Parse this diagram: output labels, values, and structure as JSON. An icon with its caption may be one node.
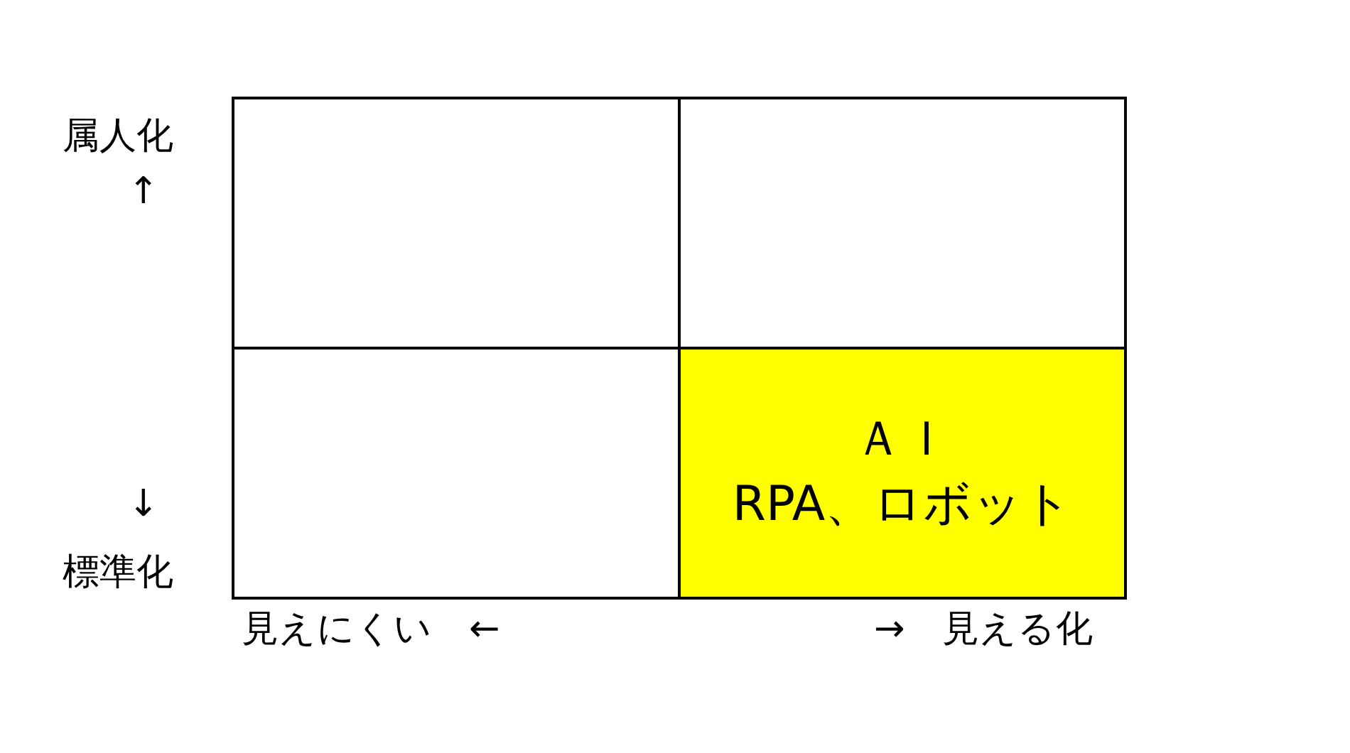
{
  "diagram": {
    "nodes": [
      {
        "text": [],
        "shape": "box"
      },
      {
        "text": [],
        "shape": "box"
      },
      {
        "text": [],
        "shape": "box"
      },
      {
        "text": [
          "ＡＩ",
          "RPA、ロボット"
        ]
      }
    ],
    "edges": [],
    "labels": [
      "属人化",
      "↑",
      "↓",
      "標準化",
      "見えにくい　←",
      "→　見える化"
    ]
  }
}
